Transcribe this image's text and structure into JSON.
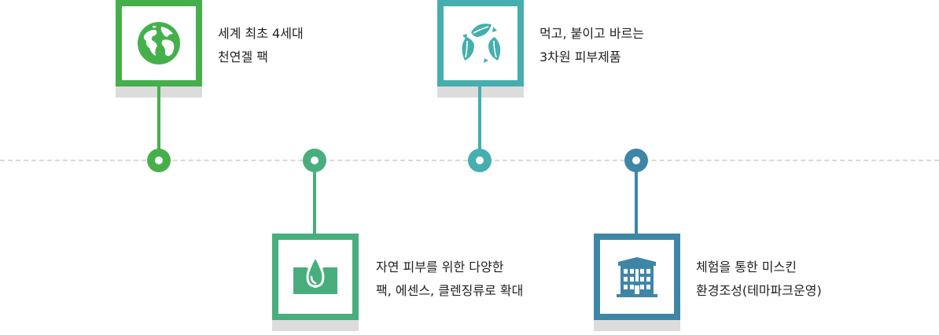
{
  "items": [
    {
      "icon": "globe-icon",
      "color": "#45b04b",
      "line1": "세계 최초 4세대",
      "line2": "천연겔 팩"
    },
    {
      "icon": "water-drop-icon",
      "color": "#49ae7d",
      "line1": "자연 피부를 위한 다양한",
      "line2": "팩, 에센스, 클렌징류로 확대"
    },
    {
      "icon": "recycle-leaves-icon",
      "color": "#46aeae",
      "line1": "먹고, 붙이고 바르는",
      "line2": "3차원 피부제품"
    },
    {
      "icon": "building-icon",
      "color": "#3f86a6",
      "line1": "체험을 통한 미스킨",
      "line2": "환경조성(테마파크운영)"
    }
  ]
}
